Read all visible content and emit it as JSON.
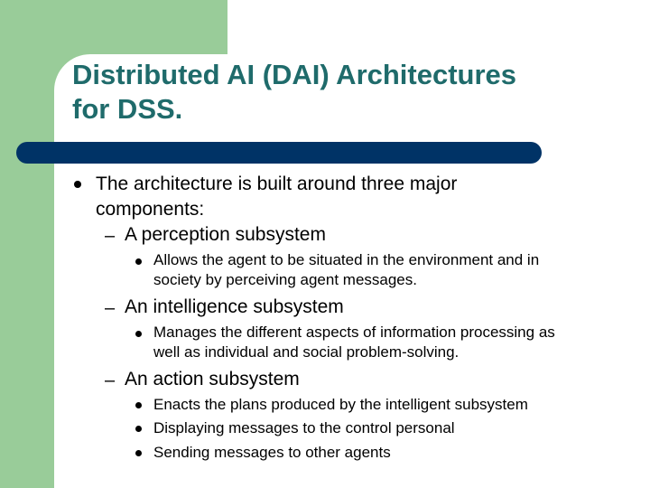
{
  "slide": {
    "title_line1": "Distributed AI (DAI) Architectures",
    "title_line2": "for DSS.",
    "bullet": {
      "text_line1": "The architecture is built around three major",
      "text_line2": "components:"
    },
    "subsystems": [
      {
        "label": "A perception subsystem",
        "points": [
          {
            "line1": "Allows the agent to be situated in the environment  and in",
            "line2": "society by perceiving agent messages."
          }
        ]
      },
      {
        "label": "An intelligence subsystem",
        "points": [
          {
            "line1": "Manages the different aspects of information processing as",
            "line2": "well as individual and social problem-solving."
          }
        ]
      },
      {
        "label": "An action subsystem",
        "points": [
          {
            "line1": "Enacts the plans produced by the intelligent subsystem"
          },
          {
            "line1": "Displaying messages to the control personal"
          },
          {
            "line1": "Sending messages to other agents"
          }
        ]
      }
    ],
    "dash_glyph": "–"
  },
  "colors": {
    "accent_green": "#99cc99",
    "title_teal": "#1f6b6b",
    "divider_navy": "#003366"
  }
}
